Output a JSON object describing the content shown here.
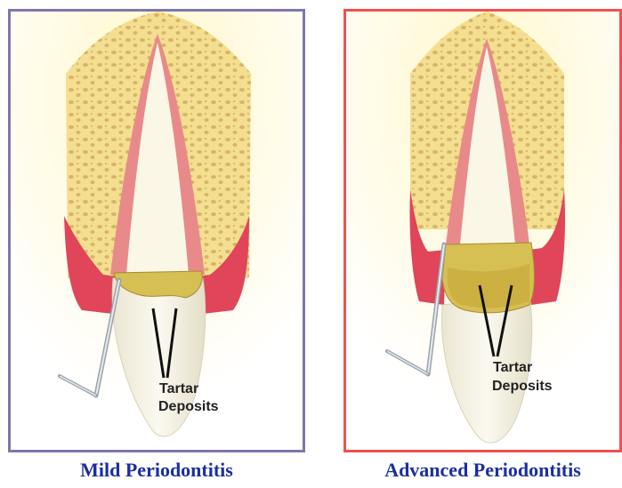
{
  "panels": [
    {
      "name": "mild",
      "caption": "Mild Periodontitis",
      "border_color": "#8077a9",
      "label_line1": "Tartar",
      "label_line2": "Deposits"
    },
    {
      "name": "advanced",
      "caption": "Advanced Periodontitis",
      "border_color": "#f0514f",
      "label_line1": "Tartar",
      "label_line2": "Deposits"
    }
  ],
  "colors": {
    "caption": "#1c2f9e",
    "bone": "#f3df8f",
    "bone_pores": "#d9b36a",
    "gum": "#e0455a",
    "tooth": "#f7f3e4",
    "tartar": "#d6bf53"
  },
  "icons": [
    "periodontal-probe-icon",
    "tooth-icon"
  ]
}
